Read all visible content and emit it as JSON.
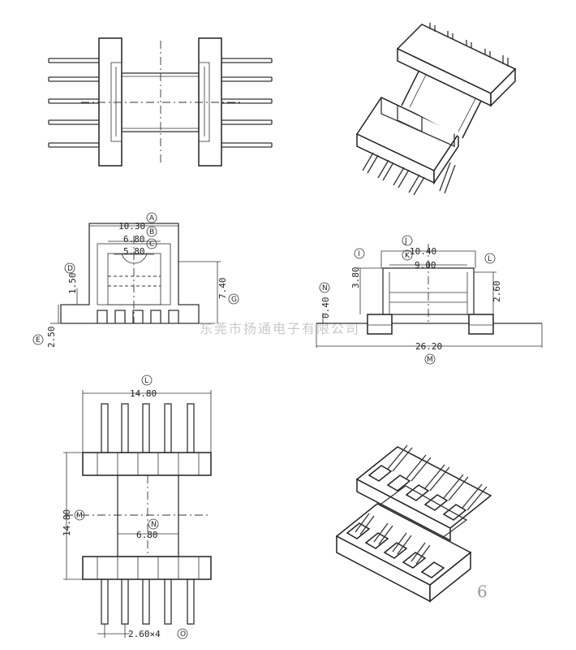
{
  "watermark": "东莞市扬通电子有限公司",
  "page_number": "6",
  "front_view": {
    "dims": {
      "A": "10.30",
      "B": "6.80",
      "C": "5.80",
      "D": "1.50",
      "E": "2.50",
      "G": "7.40"
    },
    "labels": {
      "A": "A",
      "B": "B",
      "C": "C",
      "D": "D",
      "E": "E",
      "G": "G"
    }
  },
  "side_view": {
    "dims": {
      "I": "3.80",
      "J": "10.40",
      "K": "9.00",
      "L": "2.60",
      "M": "26.20",
      "N": "0.40"
    },
    "labels": {
      "I": "I",
      "J": "J",
      "K": "K",
      "L": "L",
      "M": "M",
      "N": "N"
    }
  },
  "bottom_view": {
    "dims": {
      "L_width": "14.80",
      "M_height": "14.80",
      "N_inner": "6.80",
      "O_pitch": "2.60×4"
    },
    "labels": {
      "L": "L",
      "M": "M",
      "N": "N",
      "O": "O"
    }
  }
}
